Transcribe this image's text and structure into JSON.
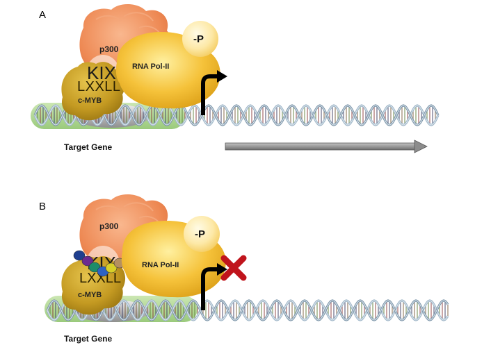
{
  "panels": [
    {
      "letter": "A",
      "coactivator_label": "p300",
      "kix_label": "KIX",
      "motif_label": "LXXLL",
      "factor_label": "c-MYB",
      "polymerase_label": "RNA Pol-II",
      "phospho_label": "-P",
      "gene_label": "Target Gene",
      "transcription": "active"
    },
    {
      "letter": "B",
      "coactivator_label": "p300",
      "kix_label": "KIX",
      "motif_label": "LXXLL",
      "factor_label": "c-MYB",
      "polymerase_label": "RNA Pol-II",
      "phospho_label": "-P",
      "gene_label": "Target Gene",
      "transcription": "blocked",
      "inhibitor_colors": [
        "#1f3f8f",
        "#6b2a8f",
        "#1c8c6a",
        "#2e62c4",
        "#d8d028",
        "#b59060",
        "#8a8a8a"
      ]
    }
  ],
  "colors": {
    "p300": "#ef8a55",
    "polymerase": "#f1b52a",
    "cmyb": "#c9a22c",
    "promoter_region": "#a8d48a",
    "block_mark": "#c0141c",
    "transcript_arrow": "#8c8c8c"
  }
}
